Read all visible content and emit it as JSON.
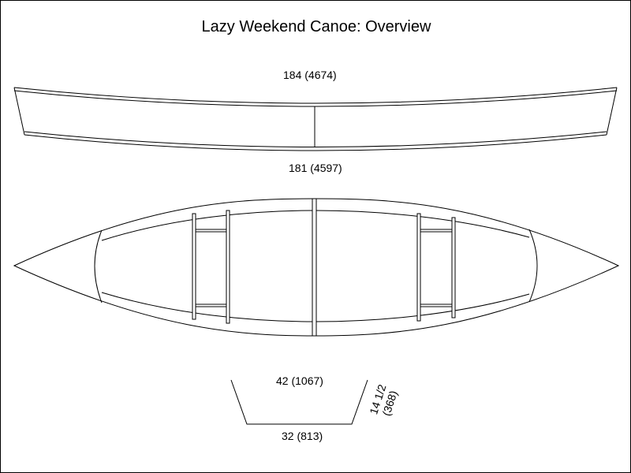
{
  "title": "Lazy Weekend Canoe: Overview",
  "dimensions": {
    "overall_length": "184 (4674)",
    "bottom_length": "181 (4597)",
    "top_width": "42 (1067)",
    "bottom_width": "32 (813)",
    "side_height": "14 1/2",
    "side_height_mm": "(368)"
  },
  "colors": {
    "line": "#000000",
    "background": "#ffffff"
  }
}
